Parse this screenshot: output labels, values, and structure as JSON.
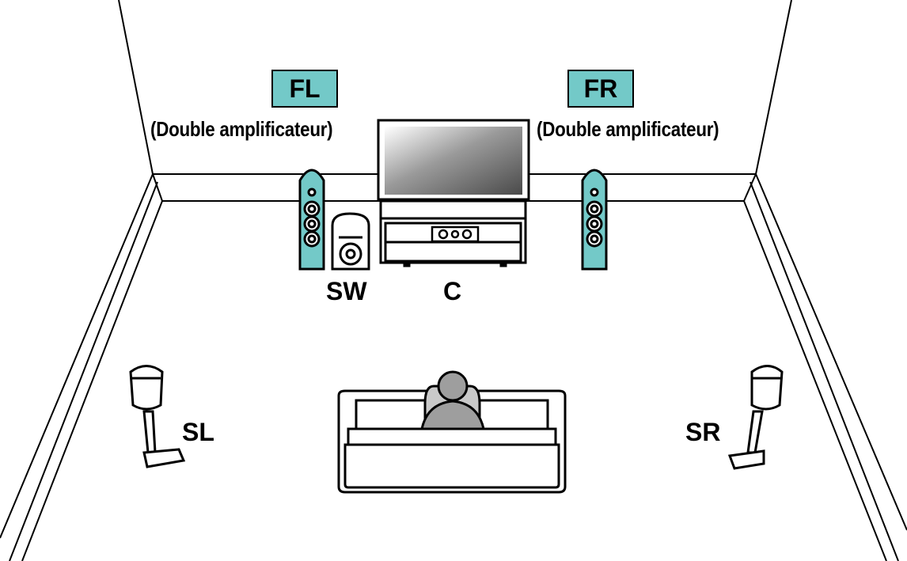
{
  "labels": {
    "fl": "FL",
    "fr": "FR",
    "fl_note": "(Double amplificateur)",
    "fr_note": "(Double amplificateur)",
    "sw": "SW",
    "c": "C",
    "sl": "SL",
    "sr": "SR"
  },
  "colors": {
    "highlight": "#73c9c8",
    "line": "#000000",
    "furniture": "#ffffff",
    "person": "#9e9e9e"
  }
}
